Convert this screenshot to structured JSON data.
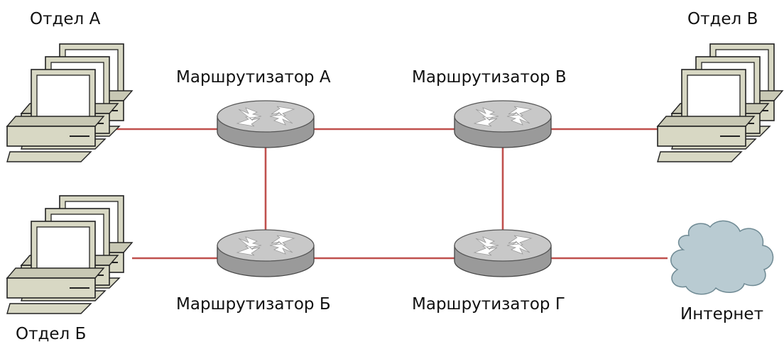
{
  "diagram": {
    "departments": [
      {
        "id": "dept-a",
        "label": "Отдел А"
      },
      {
        "id": "dept-b",
        "label": "Отдел Б"
      },
      {
        "id": "dept-v",
        "label": "Отдел В"
      }
    ],
    "routers": [
      {
        "id": "router-a",
        "label": "Маршрутизатор А"
      },
      {
        "id": "router-b",
        "label": "Маршрутизатор Б"
      },
      {
        "id": "router-v",
        "label": "Маршрутизатор В"
      },
      {
        "id": "router-g",
        "label": "Маршрутизатор Г"
      }
    ],
    "cloud": {
      "id": "internet",
      "label": "Интернет"
    },
    "links": [
      [
        "dept-a",
        "router-a"
      ],
      [
        "router-a",
        "router-v"
      ],
      [
        "router-v",
        "dept-v"
      ],
      [
        "router-a",
        "router-b"
      ],
      [
        "router-v",
        "router-g"
      ],
      [
        "dept-b",
        "router-b"
      ],
      [
        "router-b",
        "router-g"
      ],
      [
        "router-g",
        "internet"
      ]
    ],
    "colors": {
      "link": "#c0504d",
      "router_top": "#c6c6c6",
      "router_side": "#8e8e8e",
      "router_arrow": "#ffffff",
      "pc_body": "#d8d8c4",
      "pc_screen": "#ffffff",
      "cloud": "#b9cbd2"
    }
  }
}
